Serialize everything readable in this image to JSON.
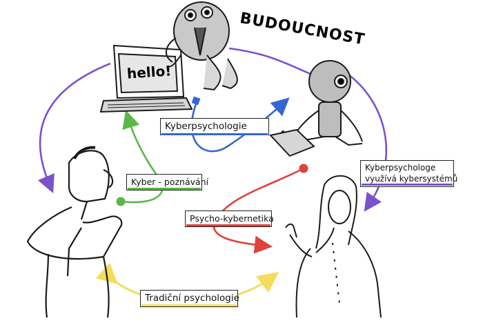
{
  "title": "BUDOUCNOST",
  "screen_text": "hello!",
  "labels": {
    "kyberpsychologie": "Kyberpsychologie",
    "kyber_poznavani": "Kyber - poznávání",
    "psycho_kybernetika": "Psycho-kybernetika",
    "tradicni_psychologie": "Tradiční psychologie",
    "kyberpsychologe_line1": "Kyberpsychologe",
    "kyberpsychologe_line2": "využívá kybersystémů"
  },
  "colors": {
    "purple": "#7b52c9",
    "blue": "#3566d6",
    "green": "#58b947",
    "red": "#e0413a",
    "yellow": "#f3dc5c",
    "ink": "#1a1a1a"
  }
}
